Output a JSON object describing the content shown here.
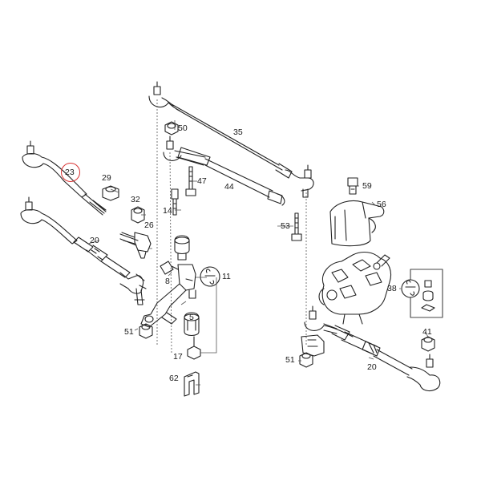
{
  "highlight_color": "#d93030",
  "highlighted_part": "23",
  "callouts": {
    "p5": "5",
    "p8": "8",
    "p11": "11",
    "p14": "14",
    "p17": "17",
    "p20_left": "20",
    "p20_right": "20",
    "p23": "23",
    "p26": "26",
    "p29": "29",
    "p32": "32",
    "p35": "35",
    "p38": "38",
    "p41": "41",
    "p44": "44",
    "p47": "47",
    "p50": "50",
    "p51_left": "51",
    "p51_right": "51",
    "p53": "53",
    "p56": "56",
    "p59": "59",
    "p62": "62"
  }
}
